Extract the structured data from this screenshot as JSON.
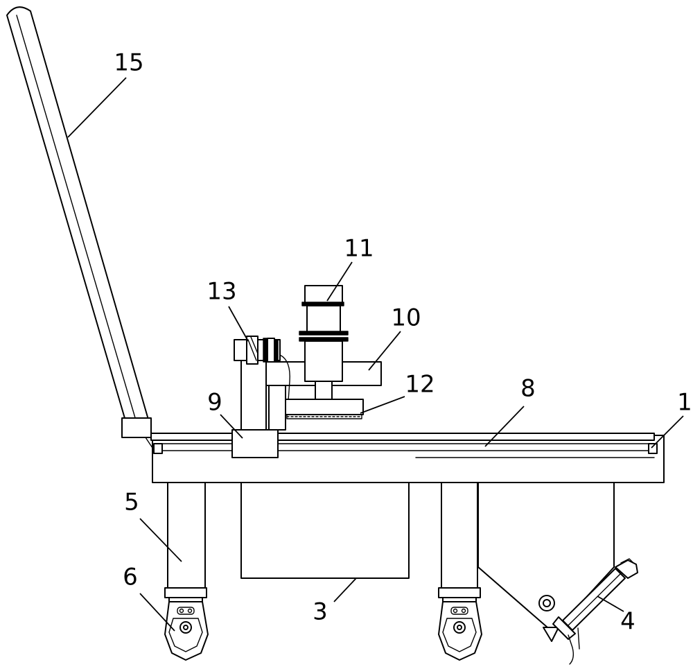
{
  "labels": {
    "l1": "1",
    "l3": "3",
    "l4": "4",
    "l5": "5",
    "l6": "6",
    "l8": "8",
    "l9": "9",
    "l10": "10",
    "l11": "11",
    "l12": "12",
    "l13": "13",
    "l15": "15"
  },
  "colors": {
    "stroke": "#000000",
    "background": "#ffffff"
  }
}
